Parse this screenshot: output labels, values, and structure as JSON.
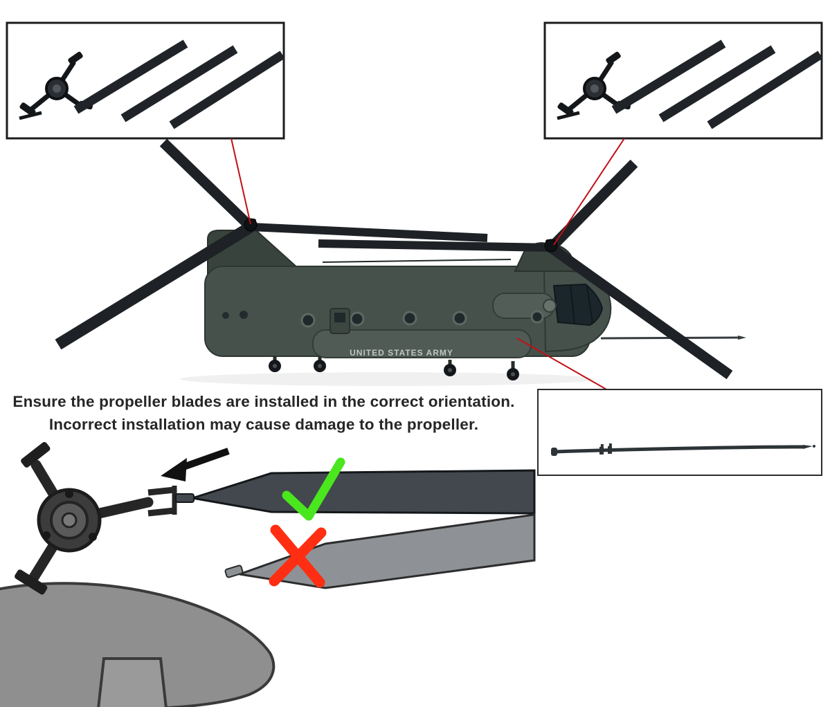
{
  "warning": {
    "line1": "Ensure the propeller blades are installed in the correct orientation.",
    "line2": "Incorrect installation may cause damage to the propeller."
  },
  "helicopter": {
    "fuselage_text": "UNITED STATES ARMY"
  },
  "icons": {
    "correct_mark": "check-mark",
    "incorrect_mark": "cross-mark",
    "pointer": "arrow-to-rotor-hub"
  },
  "colors": {
    "correct_green": "#4ae61e",
    "incorrect_red": "#ff2e12",
    "callout_red": "#c01015",
    "blade_dark": "#1e2226",
    "fuselage_green": "#46514c",
    "diagram_gray": "#8f8f8f"
  }
}
